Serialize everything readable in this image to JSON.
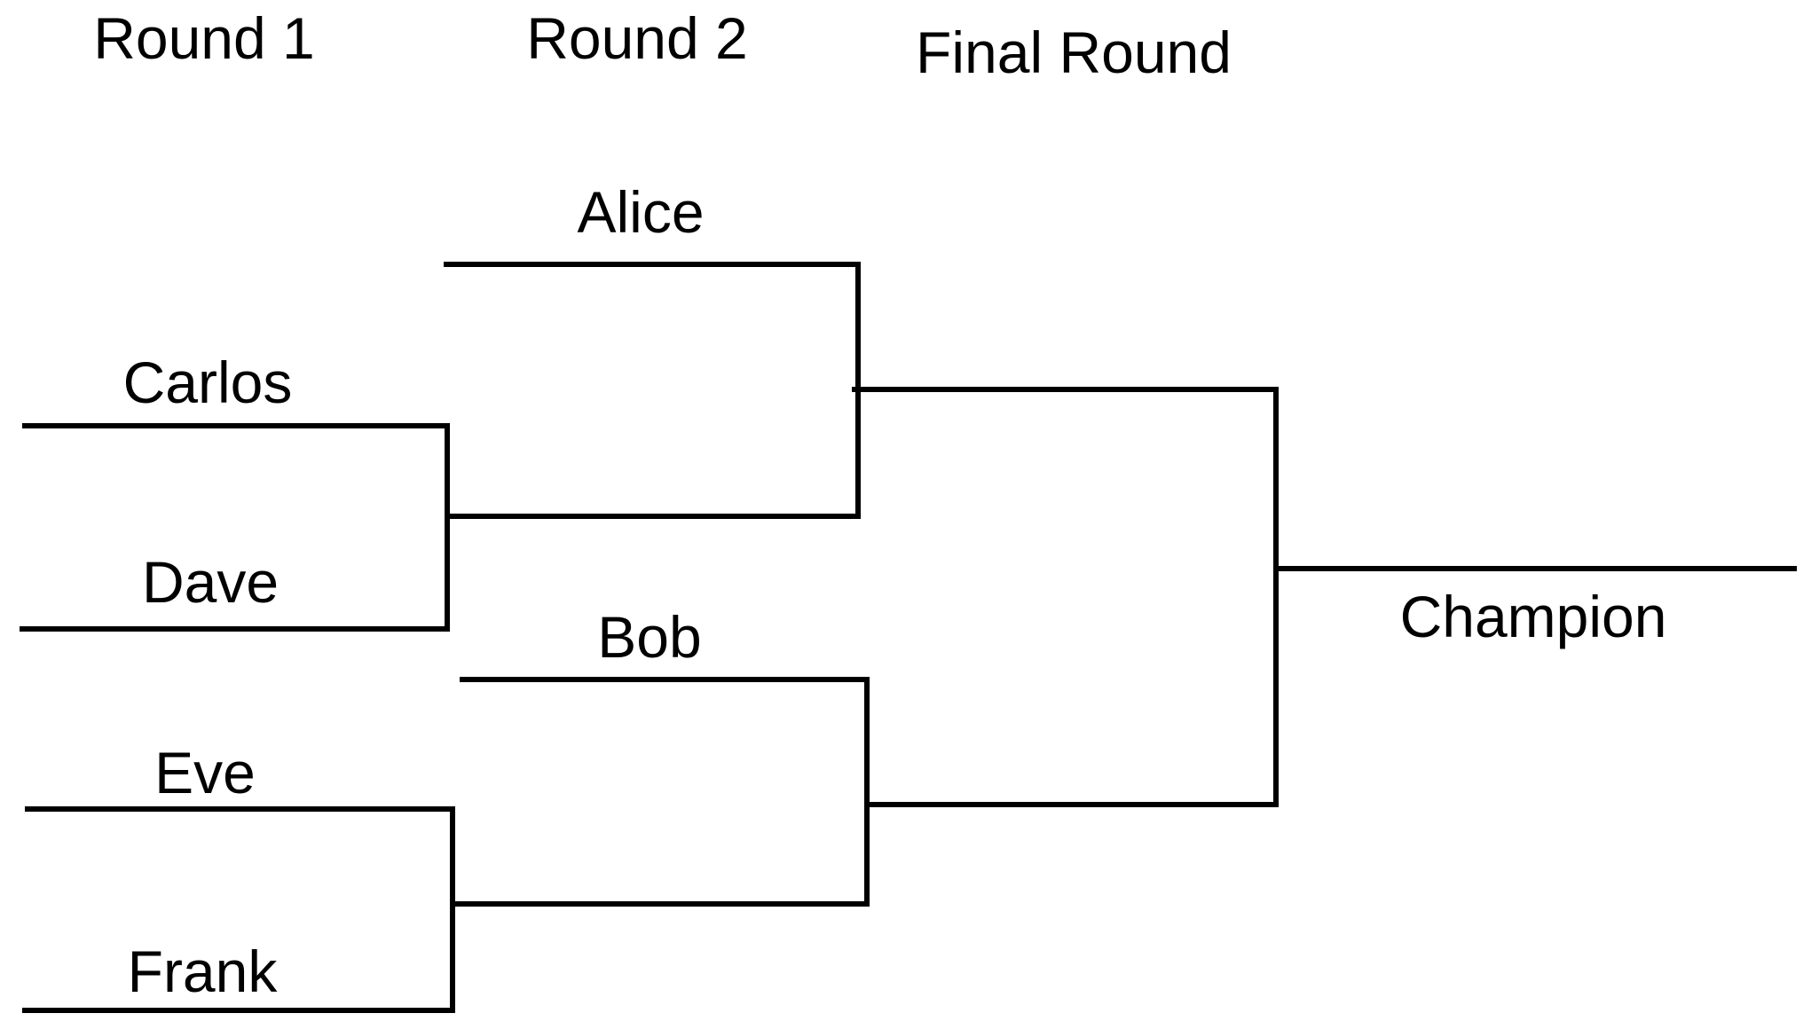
{
  "headers": {
    "round1": "Round 1",
    "round2": "Round 2",
    "final_round": "Final Round"
  },
  "round1": {
    "carlos": "Carlos",
    "dave": "Dave",
    "eve": "Eve",
    "frank": "Frank"
  },
  "round2": {
    "alice": "Alice",
    "bob": "Bob"
  },
  "result": {
    "champion": "Champion"
  },
  "colors": {
    "line": "#000000",
    "text": "#000000",
    "background": "#ffffff"
  }
}
